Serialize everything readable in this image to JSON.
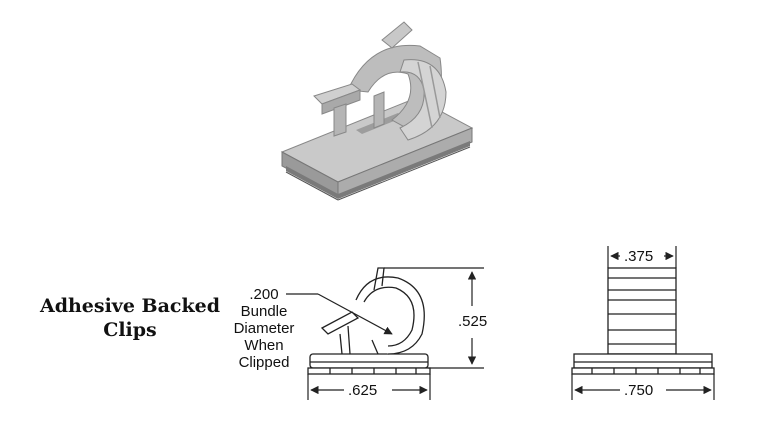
{
  "title": {
    "line1": "Adhesive Backed",
    "line2": "Clips"
  },
  "side_view": {
    "bundle_label": [
      ".200",
      "Bundle",
      "Diameter",
      "When",
      "Clipped"
    ],
    "width_dim": ".625",
    "height_dim": ".525"
  },
  "front_view": {
    "top_width_dim": ".375",
    "base_width_dim": ".750"
  },
  "colors": {
    "iso_body": "#bfbfbf",
    "iso_shadow": "#8f8f8f",
    "line": "#222222"
  }
}
